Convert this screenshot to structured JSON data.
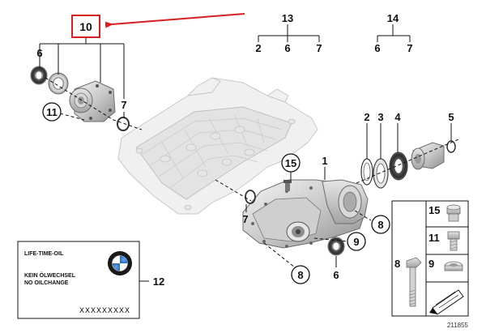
{
  "callouts": {
    "c10": "10",
    "c13": "13",
    "c14": "14",
    "c13_subs": [
      "2",
      "6",
      "7"
    ],
    "c14_subs": [
      "6",
      "7"
    ],
    "c6_top": "6",
    "c7_top": "7",
    "c11_circle": "11",
    "c2": "2",
    "c3": "3",
    "c4": "4",
    "c5": "5",
    "c15_circle": "15",
    "c1": "1",
    "c8_circle_right": "8",
    "c9_circle": "9",
    "c7_mid": "7",
    "c8_circle_bottom": "8",
    "c6_bottom": "6",
    "c12": "12"
  },
  "legend_boxes": {
    "box15": "15",
    "box11": "11",
    "box8": "8",
    "box9": "9"
  },
  "label_card": {
    "line1": "LIFE-TIME-OIL",
    "line2": "KEIN ÖLWECHSEL",
    "line3": "NO OILCHANGE",
    "code": "XXXXXXXXX"
  },
  "diagram_id": "211855",
  "colors": {
    "highlight_box": "#d42020",
    "arrow": "#d42020",
    "ink": "#111111"
  }
}
